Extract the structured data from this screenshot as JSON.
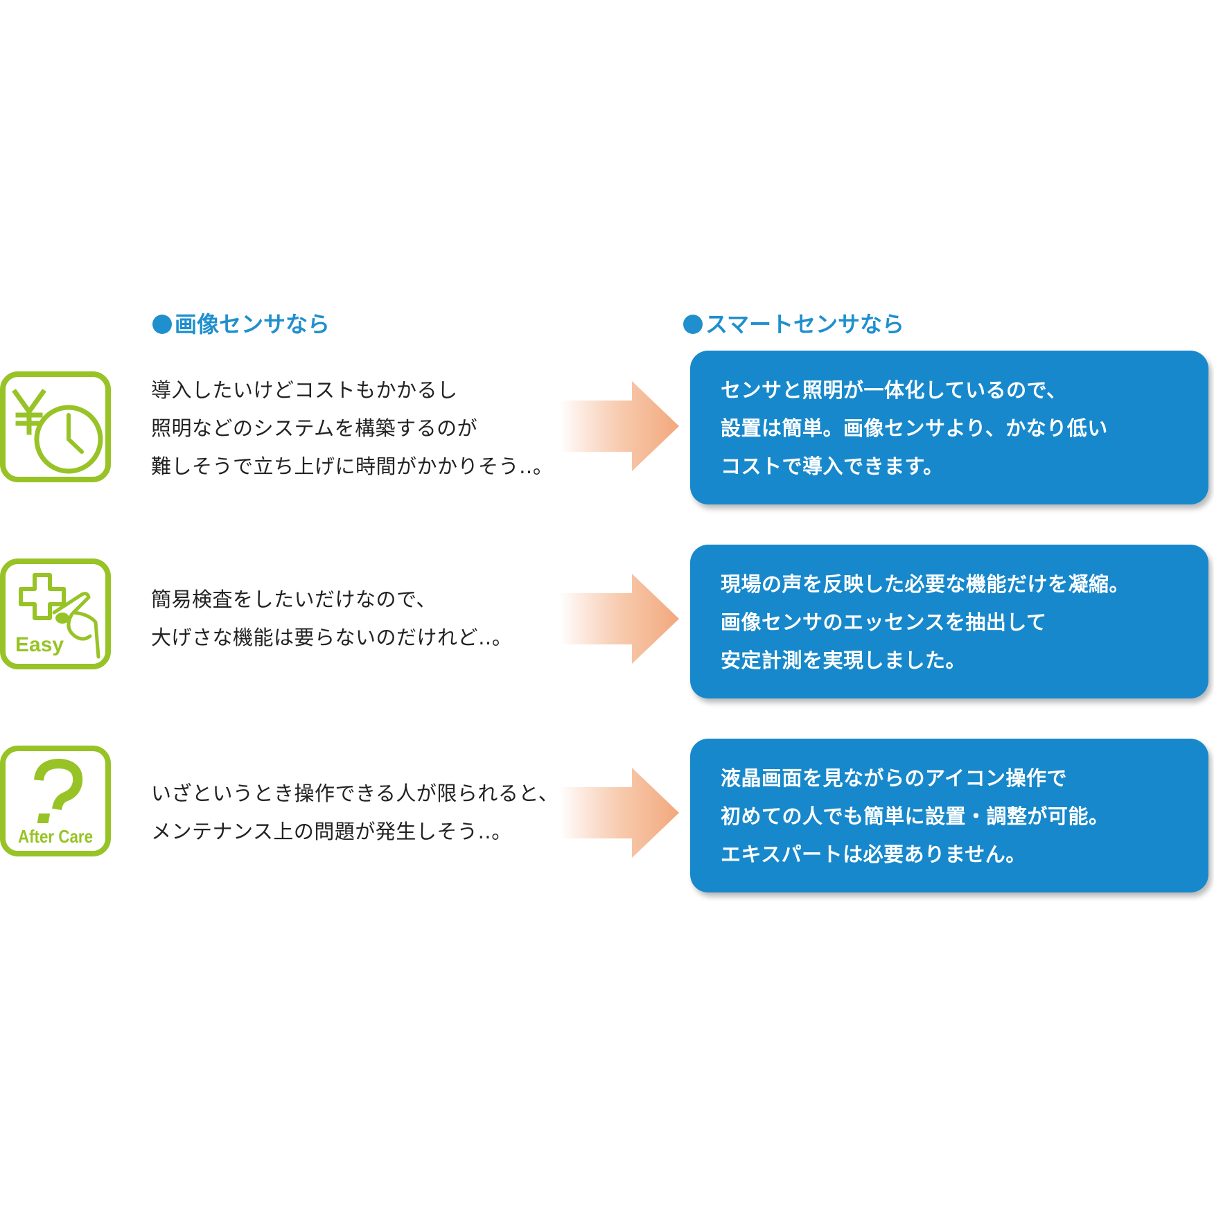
{
  "headings": {
    "left": "画像センサなら",
    "right": "スマートセンサなら"
  },
  "colors": {
    "accent_blue": "#1f8fce",
    "box_blue": "#1788cb",
    "icon_green": "#97c326",
    "arrow_orange": "#f2a77c"
  },
  "rows": [
    {
      "icon": "yen-clock-icon",
      "icon_label": "",
      "problem_lines": [
        "導入したいけどコストもかかるし",
        "照明などのシステムを構築するのが",
        "難しそうで立ち上げに時間がかかりそう‥。"
      ],
      "solution_lines": [
        "センサと照明が一体化しているので、",
        "設置は簡単。画像センサより、かなり低い",
        "コストで導入できます。"
      ]
    },
    {
      "icon": "plus-hand-icon",
      "icon_label": "Easy",
      "problem_lines": [
        "簡易検査をしたいだけなので、",
        "大げさな機能は要らないのだけれど‥。"
      ],
      "solution_lines": [
        "現場の声を反映した必要な機能だけを凝縮。",
        "画像センサのエッセンスを抽出して",
        "安定計測を実現しました。"
      ]
    },
    {
      "icon": "question-mark-icon",
      "icon_label": "After Care",
      "problem_lines": [
        "いざというとき操作できる人が限られると、",
        "メンテナンス上の問題が発生しそう‥。"
      ],
      "solution_lines": [
        "液晶画面を見ながらのアイコン操作で",
        "初めての人でも簡単に設置・調整が可能。",
        "エキスパートは必要ありません。"
      ]
    }
  ]
}
